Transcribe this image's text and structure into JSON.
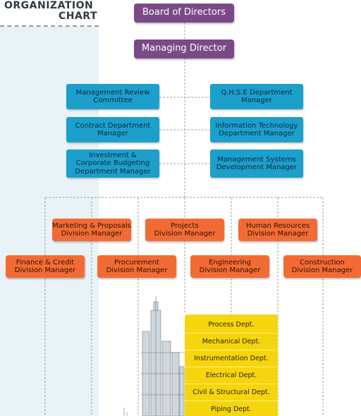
{
  "title": {
    "line1": "ORGANIZATION",
    "line2": "CHART"
  },
  "top": {
    "board": "Board of Directors",
    "director": "Managing Director"
  },
  "staff_left": [
    {
      "line1": "Management Review",
      "line2": "Committee"
    },
    {
      "line1": "Contract Department",
      "line2": "Manager"
    },
    {
      "line1": "Investment &",
      "line2": "Corporate Budgeting",
      "line3": "Department Manager"
    }
  ],
  "staff_right": [
    {
      "line1": "Q.H.S.E Department",
      "line2": "Manager"
    },
    {
      "line1": "Information Technology",
      "line2": "Department Manager"
    },
    {
      "line1": "Management Systems",
      "line2": "Development Manager"
    }
  ],
  "divisions_row1": [
    {
      "line1": "Marketing & Proposals",
      "line2": "Division Manager"
    },
    {
      "line1": "Projects",
      "line2": "Division Manager"
    },
    {
      "line1": "Human Resources",
      "line2": "Division Manager"
    }
  ],
  "divisions_row2": [
    {
      "line1": "Finance & Credit",
      "line2": "Division Manager"
    },
    {
      "line1": "Procurement",
      "line2": "Division Manager"
    },
    {
      "line1": "Engineering",
      "line2": "Division Manager"
    },
    {
      "line1": "Construction",
      "line2": "Division Manager"
    }
  ],
  "engineering_depts": [
    "Process Dept.",
    "Mechanical Dept.",
    "Instrumentation Dept.",
    "Electrical Dept.",
    "Civil & Structural Dept.",
    "Piping Dept."
  ],
  "colors": {
    "board": "#7a4a86",
    "staff": "#1d9fcc",
    "division": "#f36b34",
    "department": "#f5d60e",
    "connector": "#9aa4ab"
  }
}
